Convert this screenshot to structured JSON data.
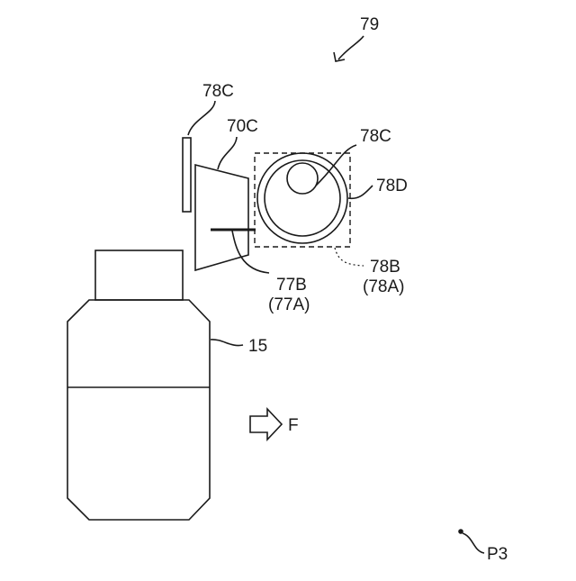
{
  "labels": {
    "ref_79": "79",
    "ref_78c_top": "78C",
    "ref_70c": "70C",
    "ref_78c_right": "78C",
    "ref_78d": "78D",
    "ref_77b": "77B",
    "ref_77a": "(77A)",
    "ref_78b": "78B",
    "ref_78a": "(78A)",
    "ref_15": "15",
    "ref_f": "F",
    "ref_p3": "P3"
  },
  "colors": {
    "line": "#1a1a1a",
    "background": "#ffffff"
  }
}
